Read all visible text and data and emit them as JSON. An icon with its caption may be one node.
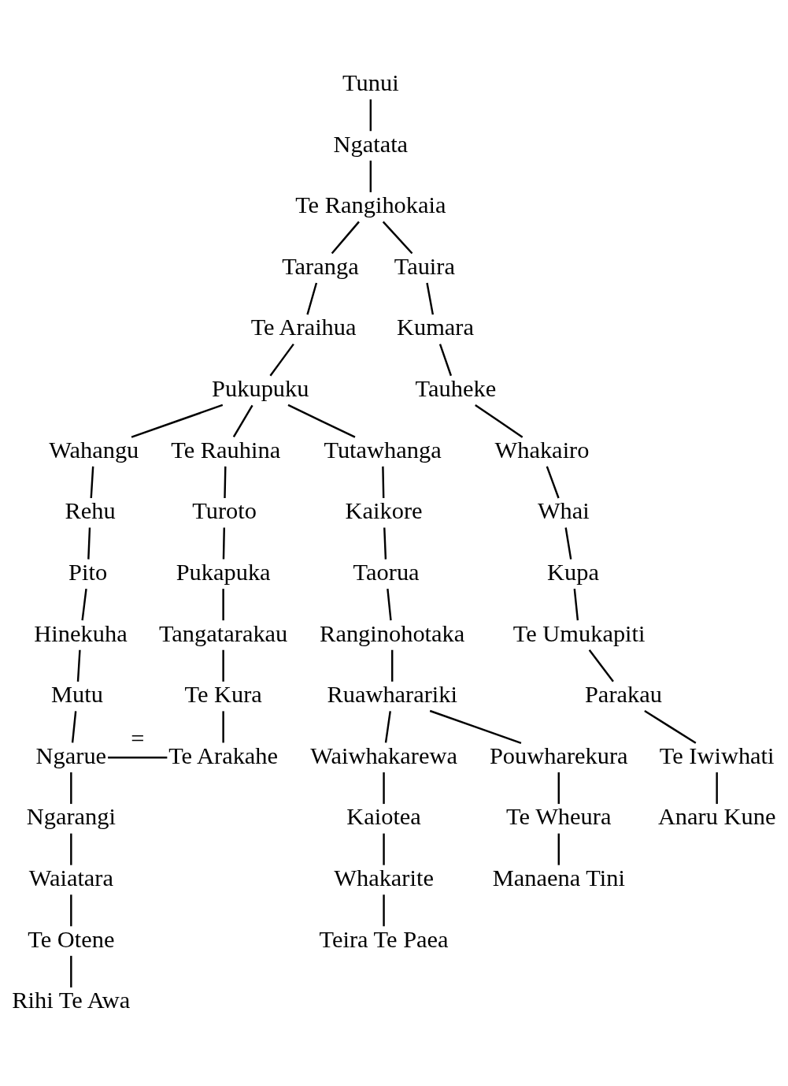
{
  "diagram": {
    "nodes": [
      {
        "text": [
          "Tunui"
        ]
      },
      {
        "text": [
          "Ngatata"
        ]
      },
      {
        "text": [
          "Te Rangihokaia"
        ]
      },
      {
        "text": [
          "Taranga"
        ]
      },
      {
        "text": [
          "Tauira"
        ]
      },
      {
        "text": [
          "Te Araihua"
        ]
      },
      {
        "text": [
          "Pukupuku"
        ]
      },
      {
        "text": [
          "Kumara"
        ]
      },
      {
        "text": [
          "Wahangu"
        ]
      },
      {
        "text": [
          "Te Rauhina"
        ]
      },
      {
        "text": [
          "Tutawhanga"
        ]
      },
      {
        "text": [
          "Tauheke"
        ]
      },
      {
        "text": [
          "Rehu"
        ]
      },
      {
        "text": [
          "Turoto"
        ]
      },
      {
        "text": [
          "Whakairo"
        ]
      },
      {
        "text": [
          "Pito"
        ]
      },
      {
        "text": [
          "Pukapuka"
        ]
      },
      {
        "text": [
          "Kaikore"
        ]
      },
      {
        "text": [
          "Whai"
        ]
      },
      {
        "text": [
          "Hinekuha"
        ]
      },
      {
        "text": [
          "Tangatarakau"
        ]
      },
      {
        "text": [
          "Taorua"
        ]
      },
      {
        "text": [
          "Kupa"
        ]
      },
      {
        "text": [
          "Mutu"
        ]
      },
      {
        "text": [
          "Te Kura"
        ]
      },
      {
        "text": [
          "Ranginohotaka"
        ]
      },
      {
        "text": [
          "Te Umukapiti"
        ]
      },
      {
        "text": [
          "Ngarue"
        ]
      },
      {
        "text": [
          "Te Arakahe"
        ]
      },
      {
        "text": [
          "Ruawharariki"
        ]
      },
      {
        "text": [
          "Parakau"
        ]
      },
      {
        "text": [
          "Ngarangi"
        ]
      },
      {
        "text": [
          "Waiwhakarewa"
        ]
      },
      {
        "text": [
          "Pouwharekura"
        ]
      },
      {
        "text": [
          "Te Iwiwhati"
        ]
      },
      {
        "text": [
          "Waiatara"
        ]
      },
      {
        "text": [
          "Kaiotea"
        ]
      },
      {
        "text": [
          "Te Wheura"
        ]
      },
      {
        "text": [
          "Anaru Kune"
        ]
      },
      {
        "text": [
          "Te Otene"
        ]
      },
      {
        "text": [
          "Whakarite"
        ]
      },
      {
        "text": [
          "Manaena Tini"
        ]
      },
      {
        "text": [
          "Rihi Te Awa"
        ]
      },
      {
        "text": [
          "Teira Te Paea"
        ]
      }
    ],
    "edges": [
      {
        "from": 0,
        "to": 1,
        "arrow": "none"
      },
      {
        "from": 1,
        "to": 2,
        "arrow": "none"
      },
      {
        "from": 2,
        "to": 3,
        "arrow": "none"
      },
      {
        "from": 2,
        "to": 4,
        "arrow": "none"
      },
      {
        "from": 3,
        "to": 5,
        "arrow": "none"
      },
      {
        "from": 5,
        "to": 6,
        "arrow": "none"
      },
      {
        "from": 4,
        "to": 7,
        "arrow": "none"
      },
      {
        "from": 6,
        "to": 8,
        "arrow": "none"
      },
      {
        "from": 6,
        "to": 9,
        "arrow": "none"
      },
      {
        "from": 6,
        "to": 10,
        "arrow": "none"
      },
      {
        "from": 7,
        "to": 11,
        "arrow": "none"
      },
      {
        "from": 8,
        "to": 12,
        "arrow": "none"
      },
      {
        "from": 9,
        "to": 13,
        "arrow": "none"
      },
      {
        "from": 10,
        "to": 17,
        "arrow": "none"
      },
      {
        "from": 11,
        "to": 14,
        "arrow": "none"
      },
      {
        "from": 12,
        "to": 15,
        "arrow": "none"
      },
      {
        "from": 13,
        "to": 16,
        "arrow": "none"
      },
      {
        "from": 14,
        "to": 18,
        "arrow": "none"
      },
      {
        "from": 15,
        "to": 19,
        "arrow": "none"
      },
      {
        "from": 16,
        "to": 20,
        "arrow": "none"
      },
      {
        "from": 17,
        "to": 21,
        "arrow": "none"
      },
      {
        "from": 18,
        "to": 22,
        "arrow": "none"
      },
      {
        "from": 19,
        "to": 23,
        "arrow": "none"
      },
      {
        "from": 20,
        "to": 24,
        "arrow": "none"
      },
      {
        "from": 21,
        "to": 25,
        "arrow": "none"
      },
      {
        "from": 22,
        "to": 26,
        "arrow": "none"
      },
      {
        "from": 23,
        "to": 27,
        "arrow": "none"
      },
      {
        "from": 24,
        "to": 28,
        "arrow": "none"
      },
      {
        "from": 25,
        "to": 29,
        "arrow": "none"
      },
      {
        "from": 26,
        "to": 30,
        "arrow": "none"
      },
      {
        "from": 27,
        "to": 28,
        "arrow": "none",
        "label": "="
      },
      {
        "from": 27,
        "to": 31,
        "arrow": "none"
      },
      {
        "from": 29,
        "to": 32,
        "arrow": "none"
      },
      {
        "from": 29,
        "to": 33,
        "arrow": "none"
      },
      {
        "from": 30,
        "to": 34,
        "arrow": "none"
      },
      {
        "from": 31,
        "to": 35,
        "arrow": "none"
      },
      {
        "from": 32,
        "to": 36,
        "arrow": "none"
      },
      {
        "from": 33,
        "to": 37,
        "arrow": "none"
      },
      {
        "from": 34,
        "to": 38,
        "arrow": "none"
      },
      {
        "from": 35,
        "to": 39,
        "arrow": "none"
      },
      {
        "from": 36,
        "to": 40,
        "arrow": "none"
      },
      {
        "from": 37,
        "to": 41,
        "arrow": "none"
      },
      {
        "from": 39,
        "to": 42,
        "arrow": "none"
      },
      {
        "from": 40,
        "to": 43,
        "arrow": "none"
      }
    ]
  }
}
